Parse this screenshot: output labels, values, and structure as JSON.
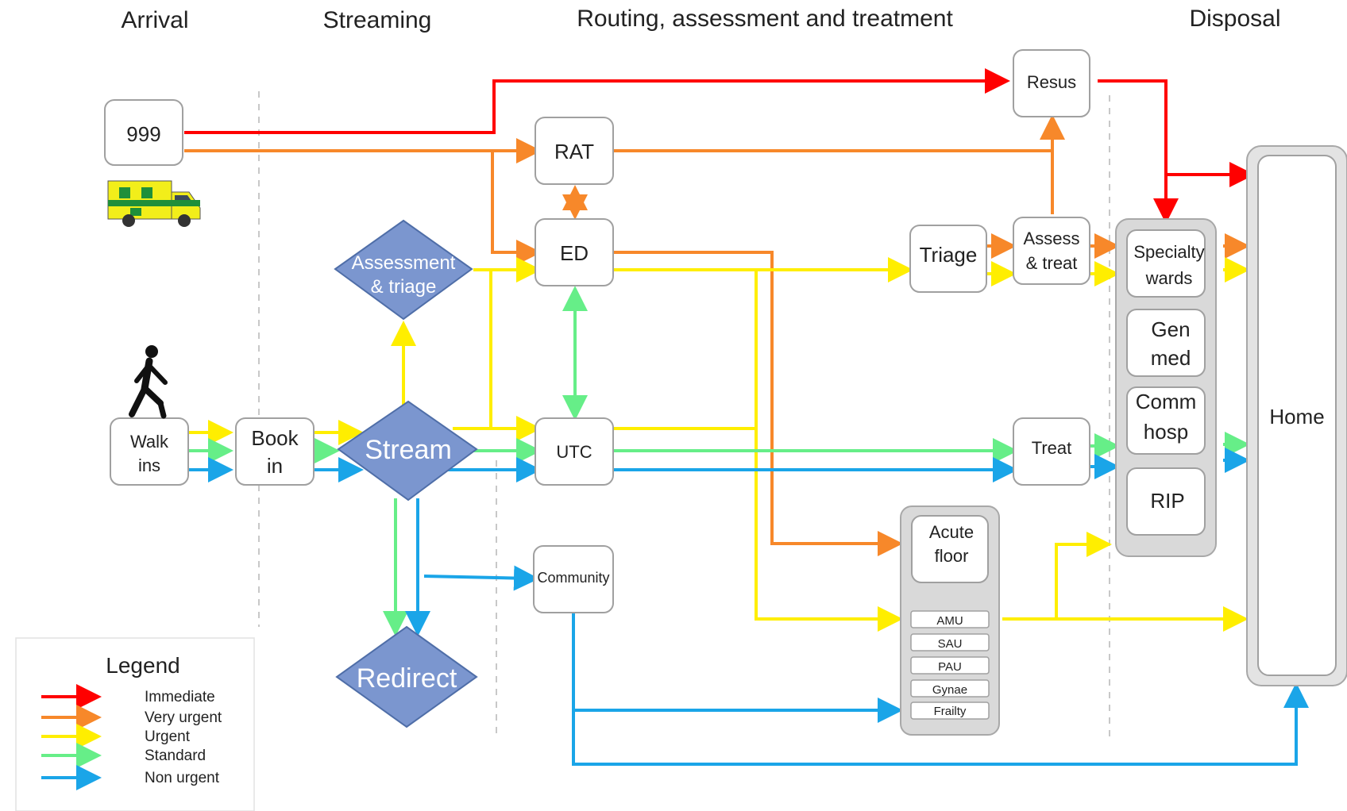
{
  "headers": {
    "arrival": "Arrival",
    "streaming": "Streaming",
    "routing": "Routing, assessment and treatment",
    "disposal": "Disposal"
  },
  "nodes": {
    "n999": "999",
    "walk_ins": [
      "Walk",
      "ins"
    ],
    "book_in": [
      "Book",
      "in"
    ],
    "assessment_triage": [
      "Assessment",
      "& triage"
    ],
    "stream": "Stream",
    "redirect": "Redirect",
    "rat": "RAT",
    "ed": "ED",
    "utc": "UTC",
    "community": "Community",
    "triage": "Triage",
    "assess_treat": [
      "Assess",
      "& treat"
    ],
    "resus": "Resus",
    "treat": "Treat",
    "acute_floor": [
      "Acute",
      "floor"
    ],
    "acute_units": [
      "AMU",
      "SAU",
      "PAU",
      "Gynae",
      "Frailty"
    ],
    "specialty_wards": [
      "Specialty",
      "wards"
    ],
    "gen_med": [
      "Gen",
      "med"
    ],
    "comm_hosp": [
      "Comm",
      "hosp"
    ],
    "rip": "RIP",
    "home": "Home"
  },
  "legend": {
    "title": "Legend",
    "items": [
      {
        "label": "Immediate",
        "color": "#ff0000"
      },
      {
        "label": "Very urgent",
        "color": "#f7882a"
      },
      {
        "label": "Urgent",
        "color": "#ffee00"
      },
      {
        "label": "Standard",
        "color": "#66ee88"
      },
      {
        "label": "Non urgent",
        "color": "#1aa5e8"
      }
    ]
  },
  "colors": {
    "immediate": "#ff0000",
    "very_urgent": "#f7882a",
    "urgent": "#ffee00",
    "standard": "#66ee88",
    "non_urgent": "#1aa5e8",
    "diamond": "#7b96cf"
  },
  "icons": [
    "ambulance-icon",
    "walking-person-icon"
  ]
}
